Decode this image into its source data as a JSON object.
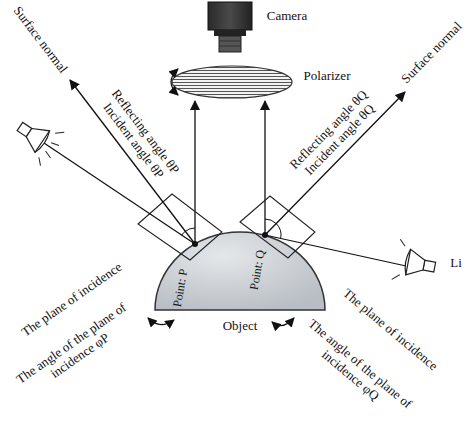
{
  "diagram": {
    "labels": [
      "Camera",
      "Polarizer",
      "Surface normal",
      "Reflecting angle θP",
      "Incident angle θP",
      "Point: P",
      "Point: Q",
      "Reflecting angle θQ",
      "Incident angle θQ",
      "Surface normal",
      "The plane of incidence",
      "The angle of the plane of incidence φP",
      "Object",
      "The plane of incidence",
      "The angle of the plane of incidence φQ",
      "Li"
    ]
  }
}
